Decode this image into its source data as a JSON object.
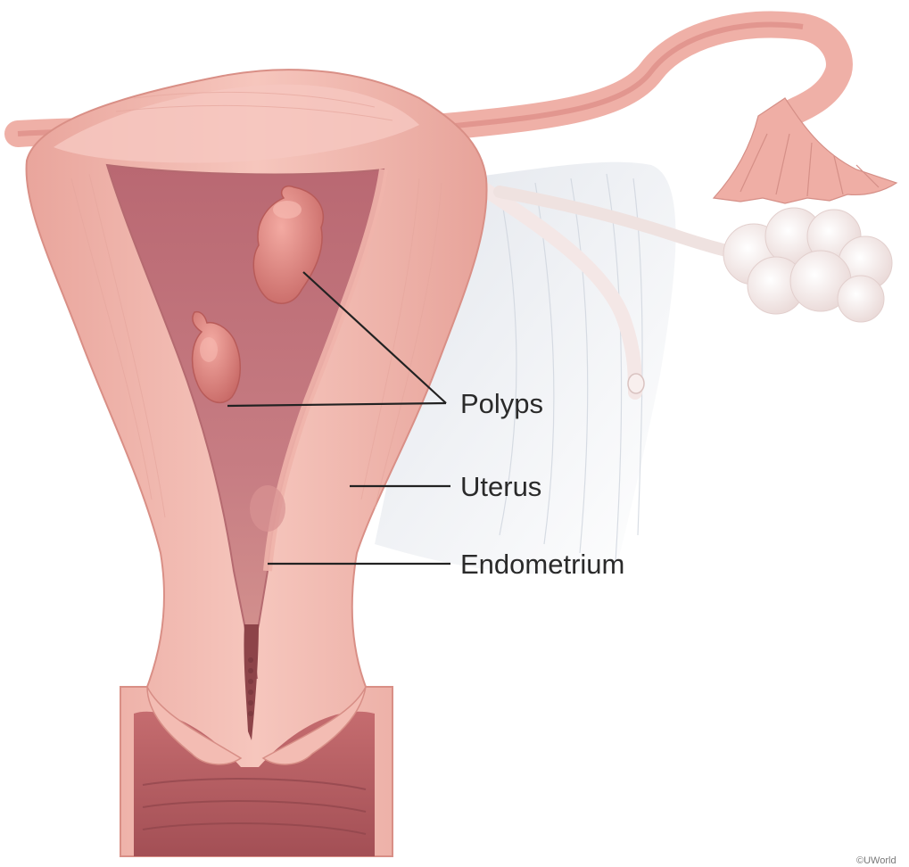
{
  "labels": {
    "polyps": "Polyps",
    "uterus": "Uterus",
    "endometrium": "Endometrium"
  },
  "credit": "©UWorld",
  "colors": {
    "uterine_wall": "#f2b7ad",
    "uterine_wall_shadow": "#e09b92",
    "cavity": "#c97c82",
    "cavity_dark": "#a85c64",
    "polyp": "#e58d86",
    "ligament": "#eceff3",
    "ovary": "#f5eceb",
    "leader_line": "#222222"
  }
}
